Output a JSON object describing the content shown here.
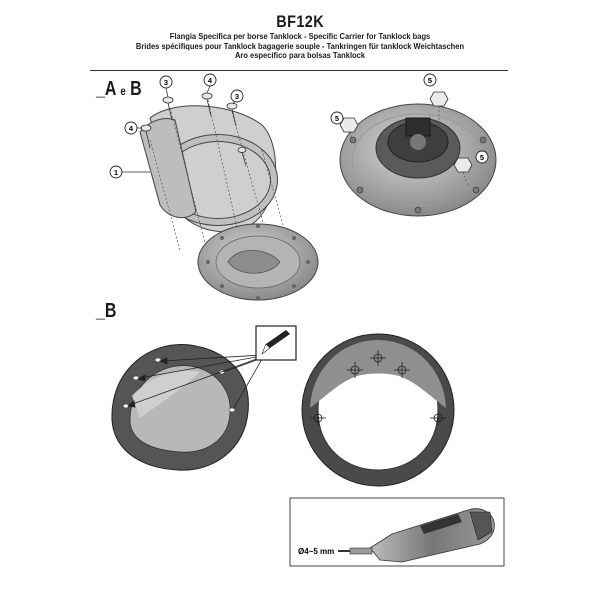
{
  "header": {
    "title": "BF12K",
    "lines": [
      "Flangia Specifica per borse Tanklock - Specific Carrier for Tanklock bags",
      "Brides spécifiques pour Tanklock bagagerie souple - Tankringen für tanklock Weichtaschen",
      "Aro especifico para bolsas Tanklock"
    ]
  },
  "sections": {
    "ab": {
      "prefix": "_A",
      "conj": "e",
      "suffix": "B"
    },
    "b": {
      "label": "_B"
    }
  },
  "callouts": {
    "left": [
      "3",
      "4",
      "3",
      "4",
      "1"
    ],
    "right": [
      "5",
      "5",
      "5"
    ]
  },
  "drill": {
    "dimension": "Ø4~5 mm"
  },
  "icons": [
    "pencil-icon",
    "crosshair-icon",
    "drill-icon"
  ]
}
